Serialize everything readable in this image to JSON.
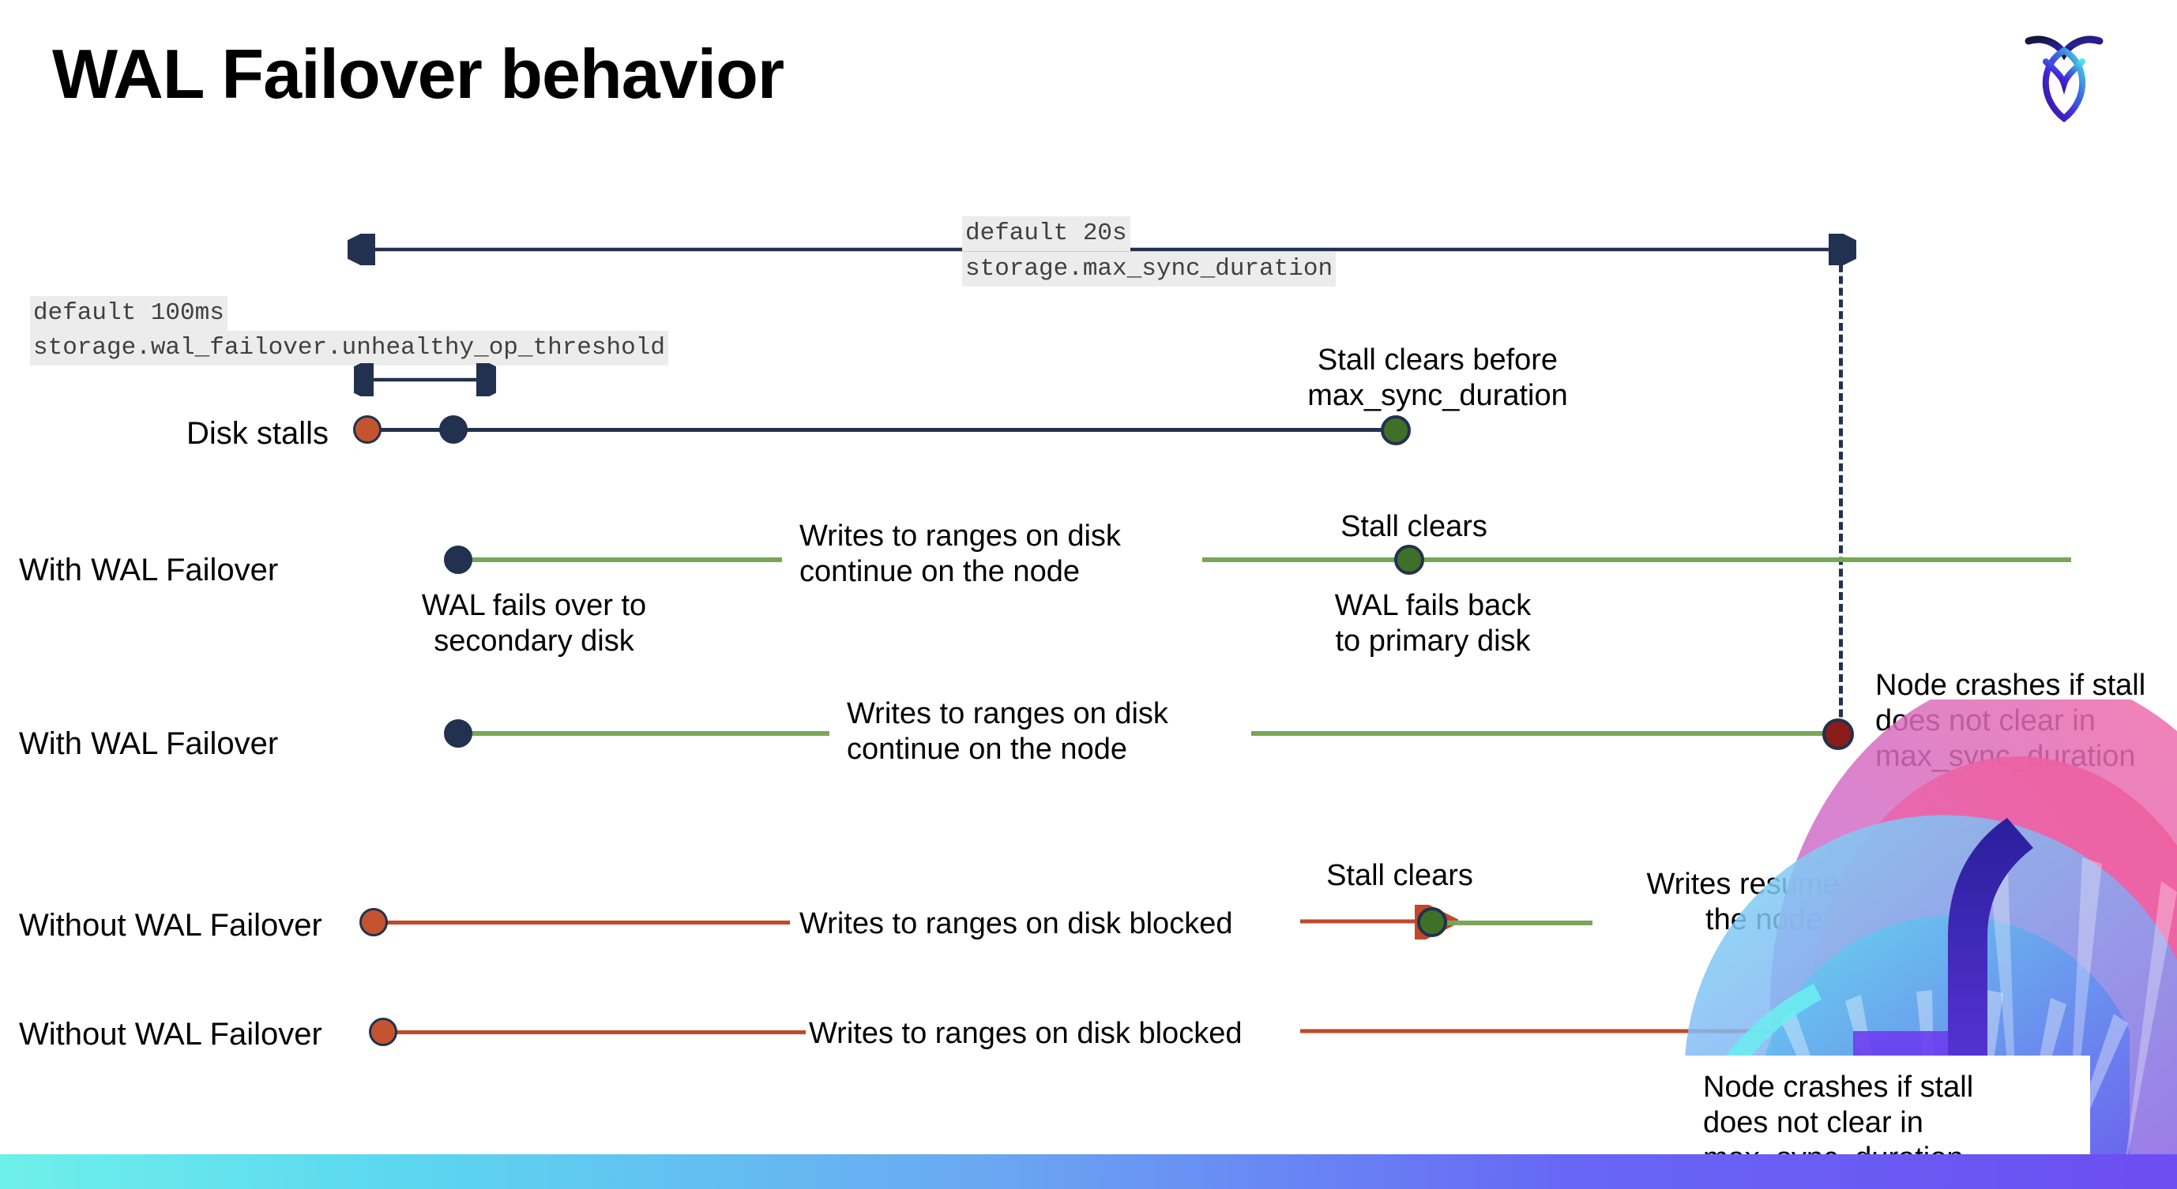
{
  "slide": {
    "title": "WAL Failover behavior",
    "logo_name": "cockroach-labs-logo"
  },
  "annotations": {
    "max_sync_default": "default 20s",
    "max_sync_setting": "storage.max_sync_duration",
    "unhealthy_default": "default 100ms",
    "unhealthy_setting": "storage.wal_failover.unhealthy_op_threshold"
  },
  "rows": [
    {
      "label": "Disk stalls",
      "notes": [
        "Stall clears before\nmax_sync_duration"
      ]
    },
    {
      "label": "With WAL Failover",
      "notes": [
        "Writes to ranges on disk\ncontinue on the node",
        "Stall clears",
        "WAL fails over to\nsecondary disk",
        "WAL fails  back\nto primary disk"
      ]
    },
    {
      "label": "With WAL Failover",
      "notes": [
        "Writes to ranges on disk\ncontinue on the node",
        "Node crashes if stall\ndoes not clear in\nmax_sync_duration"
      ]
    },
    {
      "label": "Without WAL Failover",
      "notes": [
        "Writes to ranges on disk  blocked",
        "Stall clears",
        "Writes resume on\nthe node"
      ]
    },
    {
      "label": "Without WAL Failover",
      "notes": [
        "Writes to ranges on disk  blocked",
        "Node crashes if stall\ndoes not clear in\nmax_sync_duration"
      ]
    }
  ],
  "colors": {
    "navy": "#22314f",
    "green_line": "#78a757",
    "green_dot": "#3f7028",
    "red_line": "#c1492a",
    "orange_dot": "#c4542f",
    "dark_red_dot": "#8a1c18",
    "code_bg": "#ececec",
    "bar_gradient_start": "#6ef0ea",
    "bar_gradient_end": "#6d4df2"
  },
  "markers": {
    "stall_start": "orange-dot",
    "failover_point": "navy-dot",
    "stall_clear": "green-dot",
    "node_crash": "dark-red-dot"
  }
}
